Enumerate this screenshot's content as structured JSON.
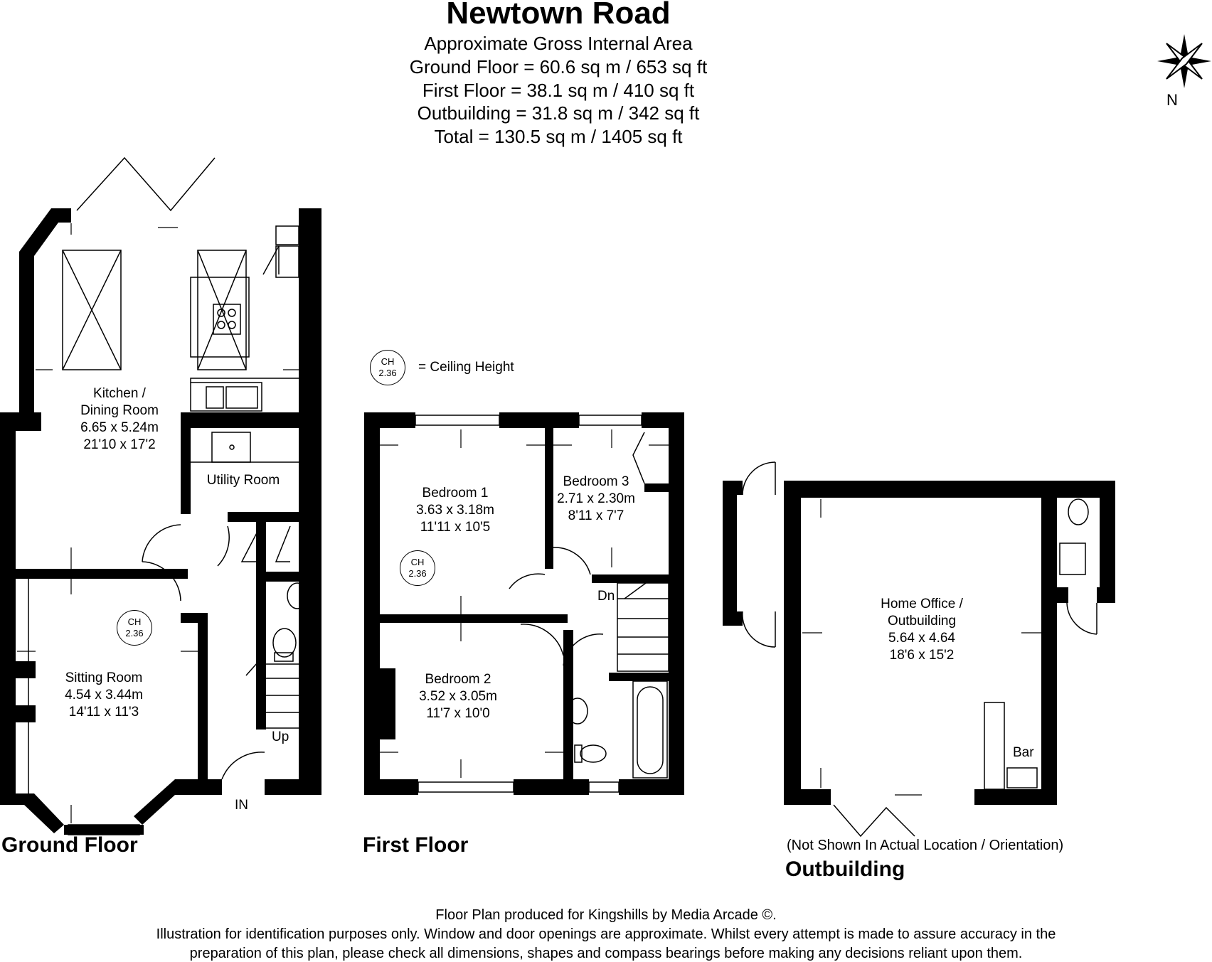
{
  "header": {
    "title": "Newtown Road",
    "subtitle": "Approximate Gross Internal Area",
    "areas": [
      "Ground Floor = 60.6 sq m / 653 sq ft",
      "First Floor = 38.1 sq m / 410 sq ft",
      "Outbuilding = 31.8 sq m / 342 sq ft",
      "Total = 130.5 sq m / 1405 sq ft"
    ]
  },
  "compass": {
    "label": "N"
  },
  "legend": {
    "ch_label": "CH",
    "ch_value": "2.36",
    "text": "= Ceiling Height"
  },
  "ground_floor": {
    "label": "Ground Floor",
    "kitchen": {
      "name1": "Kitchen /",
      "name2": "Dining Room",
      "metric": "6.65 x 5.24m",
      "imperial": "21'10 x 17'2"
    },
    "utility": {
      "name": "Utility Room"
    },
    "sitting": {
      "name": "Sitting Room",
      "metric": "4.54 x 3.44m",
      "imperial": "14'11 x 11'3",
      "ch_label": "CH",
      "ch_value": "2.36"
    },
    "up_label": "Up",
    "in_label": "IN"
  },
  "first_floor": {
    "label": "First Floor",
    "bedroom1": {
      "name": "Bedroom 1",
      "metric": "3.63 x 3.18m",
      "imperial": "11'11 x 10'5",
      "ch_label": "CH",
      "ch_value": "2.36"
    },
    "bedroom2": {
      "name": "Bedroom 2",
      "metric": "3.52 x 3.05m",
      "imperial": "11'7 x 10'0"
    },
    "bedroom3": {
      "name": "Bedroom 3",
      "metric": "2.71 x 2.30m",
      "imperial": "8'11 x 7'7"
    },
    "dn_label": "Dn"
  },
  "outbuilding": {
    "label": "Outbuilding",
    "note": "(Not Shown In Actual Location / Orientation)",
    "office": {
      "name1": "Home Office /",
      "name2": "Outbuilding",
      "metric": "5.64 x 4.64",
      "imperial": "18'6 x 15'2"
    },
    "bar_label": "Bar"
  },
  "footer": {
    "line1": "Floor Plan produced for Kingshills by Media Arcade ©.",
    "line2": "Illustration for identification purposes only. Window and door openings are approximate. Whilst every attempt is made to assure accuracy in the",
    "line3": "preparation of this plan, please check all dimensions, shapes and compass bearings before making any decisions reliant upon them."
  }
}
